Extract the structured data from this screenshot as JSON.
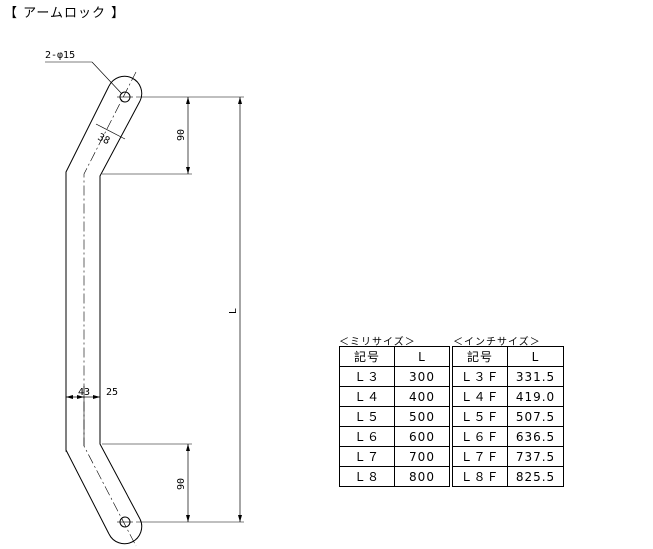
{
  "title": "【 アームロック 】",
  "drawing": {
    "hole_label": "2-φ15",
    "dim_width": "38",
    "dim_upper_height": "90",
    "dim_lower_height": "90",
    "dim_total": "L",
    "dim_offset_left": "43",
    "dim_offset_right": "25"
  },
  "mm_table": {
    "caption": "＜ミリサイズ＞",
    "headers": [
      "記号",
      "L"
    ],
    "rows": [
      [
        "Ｌ３",
        "300"
      ],
      [
        "Ｌ４",
        "400"
      ],
      [
        "Ｌ５",
        "500"
      ],
      [
        "Ｌ６",
        "600"
      ],
      [
        "Ｌ７",
        "700"
      ],
      [
        "Ｌ８",
        "800"
      ]
    ]
  },
  "inch_table": {
    "caption": "＜インチサイズ＞",
    "headers": [
      "記号",
      "L"
    ],
    "rows": [
      [
        "Ｌ３Ｆ",
        "331.5"
      ],
      [
        "Ｌ４Ｆ",
        "419.0"
      ],
      [
        "Ｌ５Ｆ",
        "507.5"
      ],
      [
        "Ｌ６Ｆ",
        "636.5"
      ],
      [
        "Ｌ７Ｆ",
        "737.5"
      ],
      [
        "Ｌ８Ｆ",
        "825.5"
      ]
    ]
  }
}
